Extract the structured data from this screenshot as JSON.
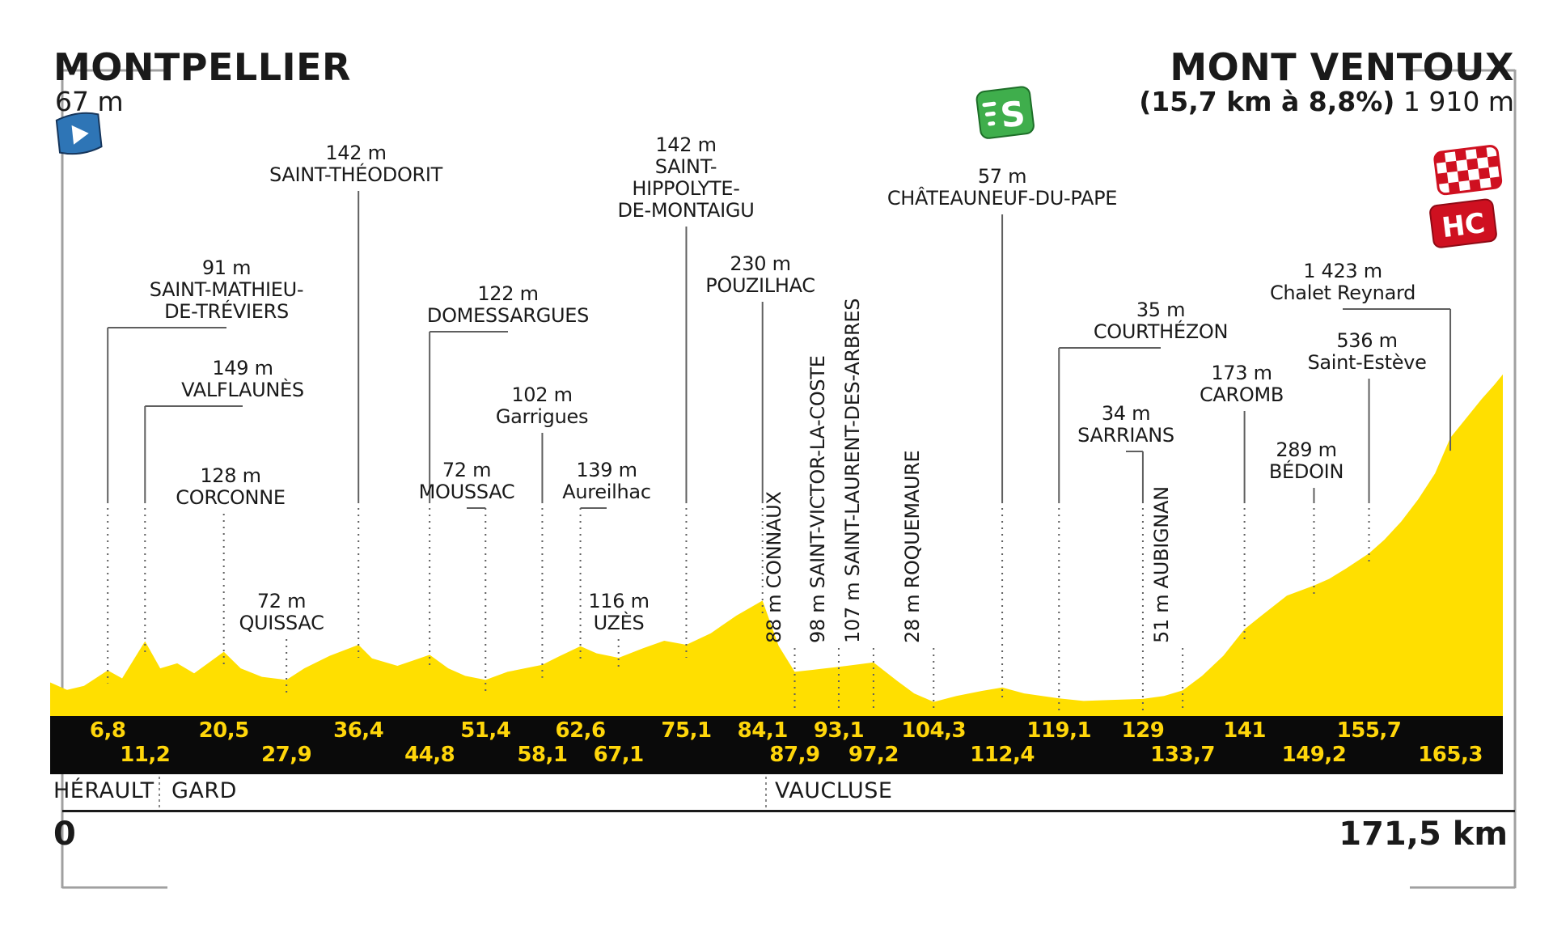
{
  "header": {
    "start": {
      "name": "MONTPELLIER",
      "elevation": "67 m"
    },
    "finish": {
      "name": "MONT VENTOUX",
      "climb_stats": "(15,7 km à 8,8%)",
      "elevation": "1 910 m",
      "category_badge": "HC"
    }
  },
  "footer": {
    "start_km": "0",
    "total_distance": "171,5 km",
    "departments": [
      {
        "label": "HÉRAULT",
        "x": 66
      },
      {
        "label": "GARD",
        "x": 212
      },
      {
        "label": "VAUCLUSE",
        "x": 958
      }
    ],
    "department_borders_x": [
      197,
      947
    ]
  },
  "icons": {
    "start_flag": "depart-flag-icon",
    "sprint": "sprint-icon",
    "sprint_letter": "S",
    "finish_flag": "finish-checkered-flag-icon",
    "hc_badge_label": "HC"
  },
  "colors": {
    "profile_yellow": "#ffdf00",
    "bar_black": "#0a0a0a",
    "km_number_yellow": "#ffd60a",
    "line_gray": "#5f5f5f",
    "bracket_gray": "#a0a0a0",
    "sprint_green": "#3fae4c",
    "start_blue": "#2e75b6",
    "finish_red": "#cf1020",
    "text_dark": "#1a1a1a"
  },
  "chart_data": {
    "type": "area",
    "x_unit": "km",
    "y_unit": "m",
    "x_range": [
      0,
      171.5
    ],
    "y_range": [
      0,
      1910
    ],
    "start": {
      "km": 0,
      "elevation_m": 67,
      "name": "MONTPELLIER"
    },
    "finish": {
      "km": 171.5,
      "elevation_m": 1910,
      "name": "MONT VENTOUX"
    },
    "waypoints": [
      {
        "km": 6.8,
        "km_label": "6,8",
        "row": "top",
        "elevation_m": 91,
        "alt_label": "91 m",
        "name_lines": [
          "SAINT-MATHIEU-",
          "DE-TRÉVIERS"
        ],
        "vertical": false,
        "label": {
          "x": 280,
          "y": 318
        }
      },
      {
        "km": 11.2,
        "km_label": "11,2",
        "row": "bottom",
        "elevation_m": 149,
        "alt_label": "149 m",
        "name_lines": [
          "VALFLAUNÈS"
        ],
        "vertical": false,
        "label": {
          "x": 300,
          "y": 442
        }
      },
      {
        "km": 20.5,
        "km_label": "20,5",
        "row": "top",
        "elevation_m": 128,
        "alt_label": "128 m",
        "name_lines": [
          "CORCONNE"
        ],
        "vertical": false,
        "label": {
          "x": 285,
          "y": 575
        }
      },
      {
        "km": 27.9,
        "km_label": "27,9",
        "row": "bottom",
        "elevation_m": 72,
        "alt_label": "72 m",
        "name_lines": [
          "QUISSAC"
        ],
        "vertical": false,
        "label": {
          "x": 348,
          "y": 730
        }
      },
      {
        "km": 36.4,
        "km_label": "36,4",
        "row": "top",
        "elevation_m": 142,
        "alt_label": "142 m",
        "name_lines": [
          "SAINT-THÉODORIT"
        ],
        "vertical": false,
        "label": {
          "x": 440,
          "y": 176
        }
      },
      {
        "km": 44.8,
        "km_label": "44,8",
        "row": "bottom",
        "elevation_m": 122,
        "alt_label": "122 m",
        "name_lines": [
          "DOMESSARGUES"
        ],
        "vertical": false,
        "label": {
          "x": 628,
          "y": 350
        }
      },
      {
        "km": 51.4,
        "km_label": "51,4",
        "row": "top",
        "elevation_m": 72,
        "alt_label": "72 m",
        "name_lines": [
          "MOUSSAC"
        ],
        "vertical": false,
        "label": {
          "x": 577,
          "y": 568
        }
      },
      {
        "km": 58.1,
        "km_label": "58,1",
        "row": "bottom",
        "elevation_m": 102,
        "alt_label": "102 m",
        "name_lines": [
          "Garrigues"
        ],
        "vertical": false,
        "label": {
          "x": 670,
          "y": 475
        }
      },
      {
        "km": 62.6,
        "km_label": "62,6",
        "row": "top",
        "elevation_m": 139,
        "alt_label": "139 m",
        "name_lines": [
          "Aureilhac"
        ],
        "vertical": false,
        "label": {
          "x": 750,
          "y": 568
        }
      },
      {
        "km": 67.1,
        "km_label": "67,1",
        "row": "bottom",
        "elevation_m": 116,
        "alt_label": "116 m",
        "name_lines": [
          "UZÈS"
        ],
        "vertical": false,
        "label": {
          "x": 765,
          "y": 730
        }
      },
      {
        "km": 75.1,
        "km_label": "75,1",
        "row": "top",
        "elevation_m": 142,
        "alt_label": "142 m",
        "name_lines": [
          "SAINT-",
          "HIPPOLYTE-",
          "DE-MONTAIGU"
        ],
        "vertical": false,
        "label": {
          "x": 848,
          "y": 166
        }
      },
      {
        "km": 84.1,
        "km_label": "84,1",
        "row": "top",
        "elevation_m": 230,
        "alt_label": "230 m",
        "name_lines": [
          "POUZILHAC"
        ],
        "vertical": false,
        "label": {
          "x": 940,
          "y": 313
        }
      },
      {
        "km": 87.9,
        "km_label": "87,9",
        "row": "bottom",
        "elevation_m": 88,
        "alt_label": "88 m",
        "name_lines": [
          "CONNAUX"
        ],
        "vertical": true,
        "label": {
          "x": 983,
          "y": 795
        }
      },
      {
        "km": 93.1,
        "km_label": "93,1",
        "row": "top",
        "elevation_m": 98,
        "alt_label": "98 m",
        "name_lines": [
          "SAINT-VICTOR-LA-COSTE"
        ],
        "vertical": true,
        "label": {
          "x": 1037,
          "y": 795
        }
      },
      {
        "km": 97.2,
        "km_label": "97,2",
        "row": "bottom",
        "elevation_m": 107,
        "alt_label": "107 m",
        "name_lines": [
          "SAINT-LAURENT-DES-ARBRES"
        ],
        "vertical": true,
        "label": {
          "x": 1080,
          "y": 795
        }
      },
      {
        "km": 104.3,
        "km_label": "104,3",
        "row": "top",
        "elevation_m": 28,
        "alt_label": "28 m",
        "name_lines": [
          "ROQUEMAURE"
        ],
        "vertical": true,
        "label": {
          "x": 1154,
          "y": 795
        }
      },
      {
        "km": 112.4,
        "km_label": "112,4",
        "row": "bottom",
        "elevation_m": 57,
        "alt_label": "57 m",
        "name_lines": [
          "CHÂTEAUNEUF-DU-PAPE"
        ],
        "vertical": false,
        "sprint": true,
        "label": {
          "x": 1239,
          "y": 205
        }
      },
      {
        "km": 119.1,
        "km_label": "119,1",
        "row": "top",
        "elevation_m": 35,
        "alt_label": "35 m",
        "name_lines": [
          "COURTHÉZON"
        ],
        "vertical": false,
        "label": {
          "x": 1435,
          "y": 370
        }
      },
      {
        "km": 129,
        "km_label": "129",
        "row": "top",
        "elevation_m": 34,
        "alt_label": "34 m",
        "name_lines": [
          "SARRIANS"
        ],
        "vertical": false,
        "label": {
          "x": 1392,
          "y": 498
        }
      },
      {
        "km": 133.7,
        "km_label": "133,7",
        "row": "bottom",
        "elevation_m": 51,
        "alt_label": "51 m",
        "name_lines": [
          "AUBIGNAN"
        ],
        "vertical": true,
        "label": {
          "x": 1462,
          "y": 795
        }
      },
      {
        "km": 141,
        "km_label": "141",
        "row": "top",
        "elevation_m": 173,
        "alt_label": "173 m",
        "name_lines": [
          "CAROMB"
        ],
        "vertical": false,
        "label": {
          "x": 1535,
          "y": 448
        }
      },
      {
        "km": 149.2,
        "km_label": "149,2",
        "row": "bottom",
        "elevation_m": 289,
        "alt_label": "289 m",
        "name_lines": [
          "BÉDOIN"
        ],
        "vertical": false,
        "label": {
          "x": 1615,
          "y": 543
        }
      },
      {
        "km": 155.7,
        "km_label": "155,7",
        "row": "top",
        "elevation_m": 536,
        "alt_label": "536 m",
        "name_lines": [
          "Saint-Estève"
        ],
        "vertical": false,
        "label": {
          "x": 1690,
          "y": 408
        }
      },
      {
        "km": 165.3,
        "km_label": "165,3",
        "row": "bottom",
        "elevation_m": 1423,
        "alt_label": "1 423 m",
        "name_lines": [
          "Chalet Reynard"
        ],
        "vertical": false,
        "label": {
          "x": 1660,
          "y": 322
        }
      }
    ],
    "profile_points": [
      [
        0,
        67
      ],
      [
        2,
        52
      ],
      [
        4,
        60
      ],
      [
        6.8,
        91
      ],
      [
        8.5,
        75
      ],
      [
        11.2,
        149
      ],
      [
        13,
        95
      ],
      [
        15,
        105
      ],
      [
        17,
        85
      ],
      [
        20.5,
        128
      ],
      [
        22.5,
        95
      ],
      [
        25,
        78
      ],
      [
        27.9,
        72
      ],
      [
        30,
        95
      ],
      [
        33,
        120
      ],
      [
        36.4,
        142
      ],
      [
        38,
        115
      ],
      [
        41,
        100
      ],
      [
        44.8,
        122
      ],
      [
        47,
        95
      ],
      [
        49,
        80
      ],
      [
        51.4,
        72
      ],
      [
        54,
        88
      ],
      [
        58.1,
        102
      ],
      [
        60,
        118
      ],
      [
        62.6,
        139
      ],
      [
        64.5,
        125
      ],
      [
        67.1,
        116
      ],
      [
        70,
        135
      ],
      [
        72.5,
        150
      ],
      [
        75.1,
        142
      ],
      [
        78,
        165
      ],
      [
        81,
        200
      ],
      [
        84.1,
        230
      ],
      [
        86,
        140
      ],
      [
        87.9,
        88
      ],
      [
        90,
        92
      ],
      [
        93.1,
        98
      ],
      [
        95,
        102
      ],
      [
        97.2,
        107
      ],
      [
        100,
        70
      ],
      [
        102,
        45
      ],
      [
        104.3,
        28
      ],
      [
        107,
        40
      ],
      [
        110,
        50
      ],
      [
        112.4,
        57
      ],
      [
        115,
        45
      ],
      [
        119.1,
        35
      ],
      [
        122,
        30
      ],
      [
        125,
        32
      ],
      [
        129,
        34
      ],
      [
        131.5,
        40
      ],
      [
        133.7,
        51
      ],
      [
        136,
        80
      ],
      [
        138.5,
        120
      ],
      [
        141,
        173
      ],
      [
        143,
        200
      ],
      [
        146,
        240
      ],
      [
        149.2,
        289
      ],
      [
        151,
        340
      ],
      [
        153,
        420
      ],
      [
        155.7,
        536
      ],
      [
        157.5,
        640
      ],
      [
        159.5,
        780
      ],
      [
        161.5,
        950
      ],
      [
        163.5,
        1150
      ],
      [
        165.3,
        1423
      ],
      [
        167,
        1560
      ],
      [
        169,
        1720
      ],
      [
        170.5,
        1830
      ],
      [
        171.5,
        1910
      ]
    ]
  }
}
